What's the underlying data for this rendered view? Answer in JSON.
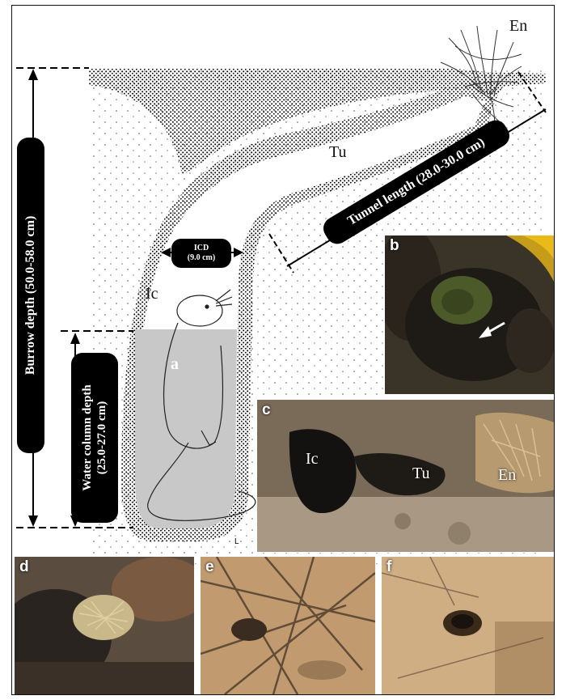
{
  "labels": {
    "entrance": "En",
    "tunnel": "Tu",
    "chamber": "Ic",
    "animal": "a"
  },
  "measurements": {
    "burrow_depth": "Burrow depth (50.0-58.0 cm)",
    "water_column_line1": "Water column depth",
    "water_column_line2": "(25.0-27.0 cm)",
    "tunnel_length": "Tunnel length (28.0-30.0 cm)",
    "icd_line1": "ICD",
    "icd_line2": "(9.0 cm)"
  },
  "panels": {
    "b": "b",
    "c": "c",
    "d": "d",
    "e": "e",
    "f": "f"
  },
  "photo_c_labels": {
    "chamber": "Ic",
    "tunnel": "Tu",
    "entrance": "En"
  },
  "colors": {
    "water": "#c8c8c8",
    "soil_dots": "#111111",
    "pill": "#000000",
    "photo_b_bg": "#3a3428",
    "photo_b_water": "#4c5a2a",
    "photo_b_yellow": "#f0c020",
    "soil_photo": "#c9a77e"
  },
  "icons": [
    "arrow-icon",
    "dimension-arrow-icon"
  ]
}
